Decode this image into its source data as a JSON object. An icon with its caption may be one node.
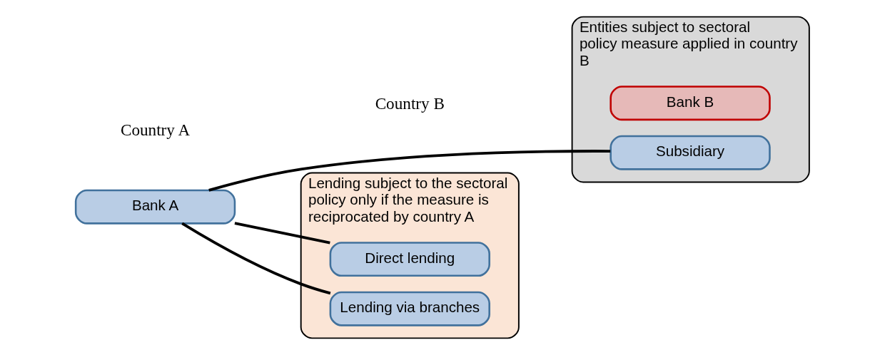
{
  "diagram": {
    "nodes": [
      {
        "text": [
          "Bank A"
        ]
      },
      {
        "text": [
          "Entities subject to sectoral policy measure applied in country B"
        ]
      },
      {
        "text": [
          "Bank B"
        ],
        "in": 1
      },
      {
        "text": [
          "Subsidiary"
        ],
        "in": 1
      },
      {
        "text": [
          "Lending subject to the sectoral policy only if the measure is reciprocated by country A"
        ]
      },
      {
        "text": [
          "Direct lending"
        ],
        "in": 4
      },
      {
        "text": [
          "Lending via branches"
        ],
        "in": 4
      }
    ],
    "edges": [
      {
        "from": 0,
        "to": 3,
        "arrow": "none"
      },
      {
        "from": 0,
        "to": 5,
        "arrow": "none"
      },
      {
        "from": 0,
        "to": 6,
        "arrow": "none"
      }
    ],
    "labels": [
      "Country A",
      "Country B"
    ]
  }
}
